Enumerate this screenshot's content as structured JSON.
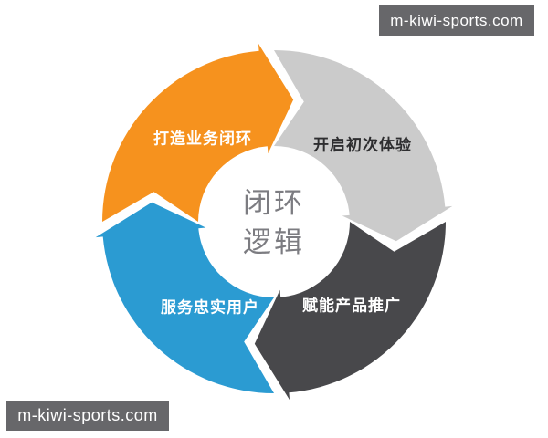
{
  "page": {
    "background": "#ffffff"
  },
  "watermark_top": {
    "text": "m-kiwi-sports.com",
    "bg": "#67676A",
    "color": "#ffffff"
  },
  "watermark_bottom": {
    "text": "m-kiwi-sports.com",
    "bg": "#67676A",
    "color": "#ffffff"
  },
  "diagram": {
    "center_label": {
      "line1": "闭环",
      "line2": "逻辑",
      "color": "#7C7C81"
    },
    "flow_direction": "clockwise",
    "segments": [
      {
        "id": "build-business-loop",
        "label": "打造业务闭环",
        "color": "#F6921E",
        "label_color": "#ffffff"
      },
      {
        "id": "start-first-experience",
        "label": "开启初次体验",
        "color": "#CBCBCB",
        "label_color": "#2E2E30"
      },
      {
        "id": "empower-product-promotion",
        "label": "赋能产品推广",
        "color": "#48484B",
        "label_color": "#ffffff"
      },
      {
        "id": "serve-loyal-users",
        "label": "服务忠实用户",
        "color": "#2B9BD2",
        "label_color": "#ffffff"
      }
    ]
  }
}
